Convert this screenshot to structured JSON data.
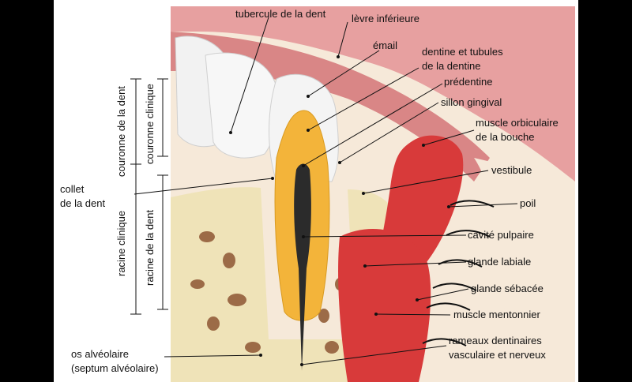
{
  "labels": {
    "tubercule": "tubercule de la dent",
    "levre": "lèvre inférieure",
    "email": "émail",
    "dentine_1": "dentine et tubules",
    "dentine_2": "de la dentine",
    "predentine": "prédentine",
    "sillon": "sillon gingival",
    "muscle_orb_1": "muscle orbiculaire",
    "muscle_orb_2": "de la bouche",
    "vestibule": "vestibule",
    "poil": "poil",
    "cavite": "cavité pulpaire",
    "glande_labiale": "glande labiale",
    "glande_sebacee": "glande sébacée",
    "muscle_ment": "muscle  mentonnier",
    "rameaux_1": "rameaux dentinaires",
    "rameaux_2": "vasculaire et nerveux",
    "collet_1": "collet",
    "collet_2": "de la dent",
    "os_1": "os alvéolaire",
    "os_2": "(septum alvéolaire)",
    "couronne_dent": "couronne de la dent",
    "couronne_clinique": "couronne clinique",
    "racine_clinique": "racine clinique",
    "racine_dent": "racine de la dent"
  },
  "colors": {
    "gum": "#e8a3a3",
    "muscle": "#d83a3a",
    "bone": "#efe3b8",
    "enamel": "#f4f4f4",
    "dentine": "#f3b43a",
    "pulp": "#2b2b2b"
  }
}
